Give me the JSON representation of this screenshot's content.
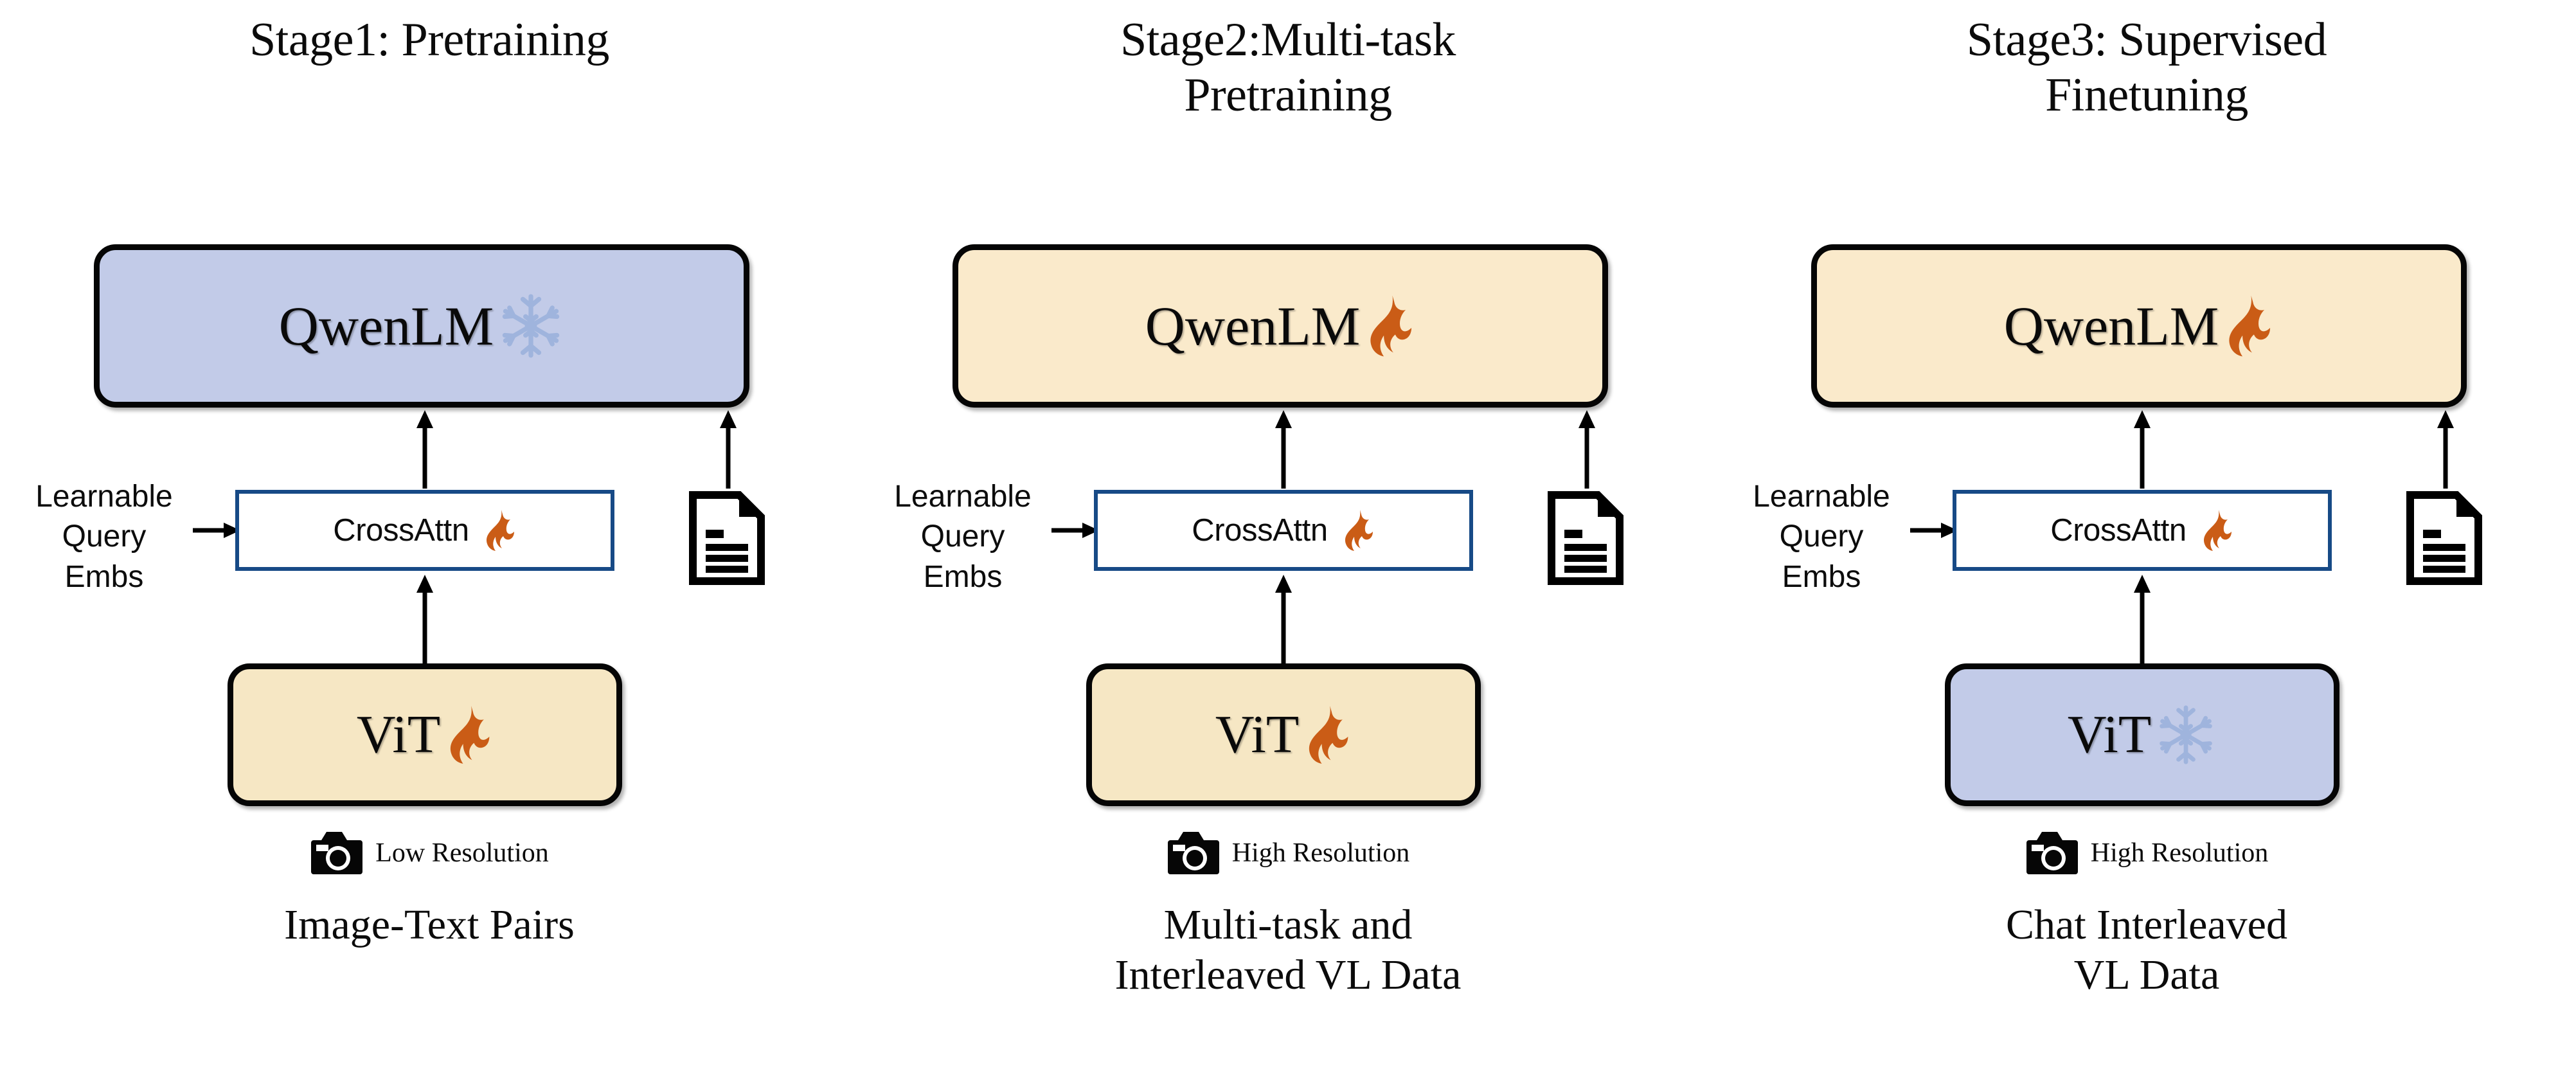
{
  "figure": {
    "type": "diagram",
    "subject": "Three-stage vision-language model training pipeline",
    "colors": {
      "frozen_fill": "#c2cbe8",
      "trainable_fill": "#f6e7c4",
      "trainable_fill_alt": "#faeacb",
      "crossattn_border": "#174a86",
      "flame_orange": "#ca5c16",
      "snowflake_blue": "#9fb4dd",
      "box_border": "#050505",
      "background": "#ffffff"
    },
    "legend_semantics": {
      "flame-icon": "trainable / unfrozen module",
      "snowflake-icon": "frozen module"
    }
  },
  "stages": [
    {
      "id": "stage-1",
      "title": "Stage1: Pretraining",
      "qwen": {
        "label": "QwenLM",
        "state_icon": "snowflake-icon",
        "state": "frozen",
        "fill": "#c2cbe8"
      },
      "crossattn": {
        "label": "CrossAttn",
        "state_icon": "flame-icon",
        "state": "trainable"
      },
      "vit": {
        "label": "ViT",
        "state_icon": "flame-icon",
        "state": "trainable",
        "fill": "#f6e7c4"
      },
      "query_embs_label": "Learnable\nQuery\nEmbs",
      "text_input_icon": "document-icon",
      "image_input_icon": "camera-icon",
      "resolution_label": "Low Resolution",
      "caption": "Image-Text Pairs"
    },
    {
      "id": "stage-2",
      "title": "Stage2:Multi-task\nPretraining",
      "qwen": {
        "label": "QwenLM",
        "state_icon": "flame-icon",
        "state": "trainable",
        "fill": "#faeacb"
      },
      "crossattn": {
        "label": "CrossAttn",
        "state_icon": "flame-icon",
        "state": "trainable"
      },
      "vit": {
        "label": "ViT",
        "state_icon": "flame-icon",
        "state": "trainable",
        "fill": "#f6e7c4"
      },
      "query_embs_label": "Learnable\nQuery\nEmbs",
      "text_input_icon": "document-icon",
      "image_input_icon": "camera-icon",
      "resolution_label": "High Resolution",
      "caption": "Multi-task and\nInterleaved VL Data"
    },
    {
      "id": "stage-3",
      "title": "Stage3: Supervised\nFinetuning",
      "qwen": {
        "label": "QwenLM",
        "state_icon": "flame-icon",
        "state": "trainable",
        "fill": "#faeacb"
      },
      "crossattn": {
        "label": "CrossAttn",
        "state_icon": "flame-icon",
        "state": "trainable"
      },
      "vit": {
        "label": "ViT",
        "state_icon": "snowflake-icon",
        "state": "frozen",
        "fill": "#c2cbe8"
      },
      "query_embs_label": "Learnable\nQuery\nEmbs",
      "text_input_icon": "document-icon",
      "image_input_icon": "camera-icon",
      "resolution_label": "High Resolution",
      "caption": "Chat Interleaved\nVL Data"
    }
  ]
}
